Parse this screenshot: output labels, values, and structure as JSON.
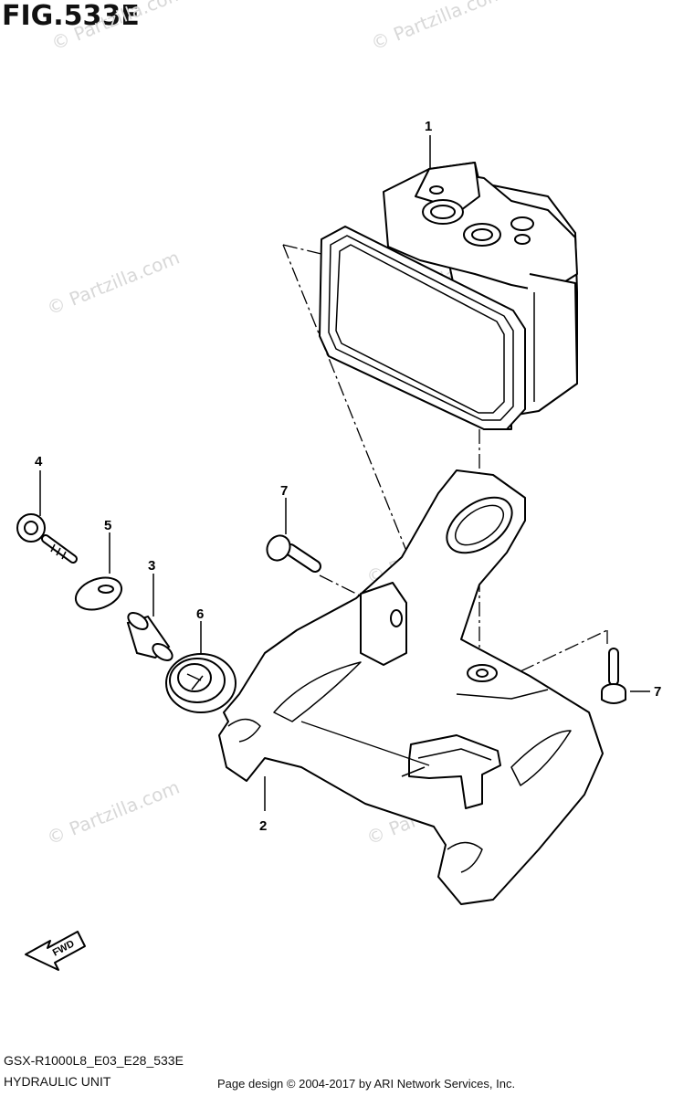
{
  "figure": {
    "title": "FIG.533E",
    "code": "GSX-R1000L8_E03_E28_533E",
    "name": "HYDRAULIC UNIT",
    "credit": "Page design © 2004-2017 by ARI Network Services, Inc."
  },
  "watermark": "© Partzilla.com",
  "callouts": [
    {
      "id": "1",
      "label": "1"
    },
    {
      "id": "2",
      "label": "2"
    },
    {
      "id": "3",
      "label": "3"
    },
    {
      "id": "4",
      "label": "4"
    },
    {
      "id": "5",
      "label": "5"
    },
    {
      "id": "6",
      "label": "6"
    },
    {
      "id": "7a",
      "label": "7"
    },
    {
      "id": "7b",
      "label": "7"
    }
  ],
  "direction_arrow": {
    "label": "FWD"
  }
}
